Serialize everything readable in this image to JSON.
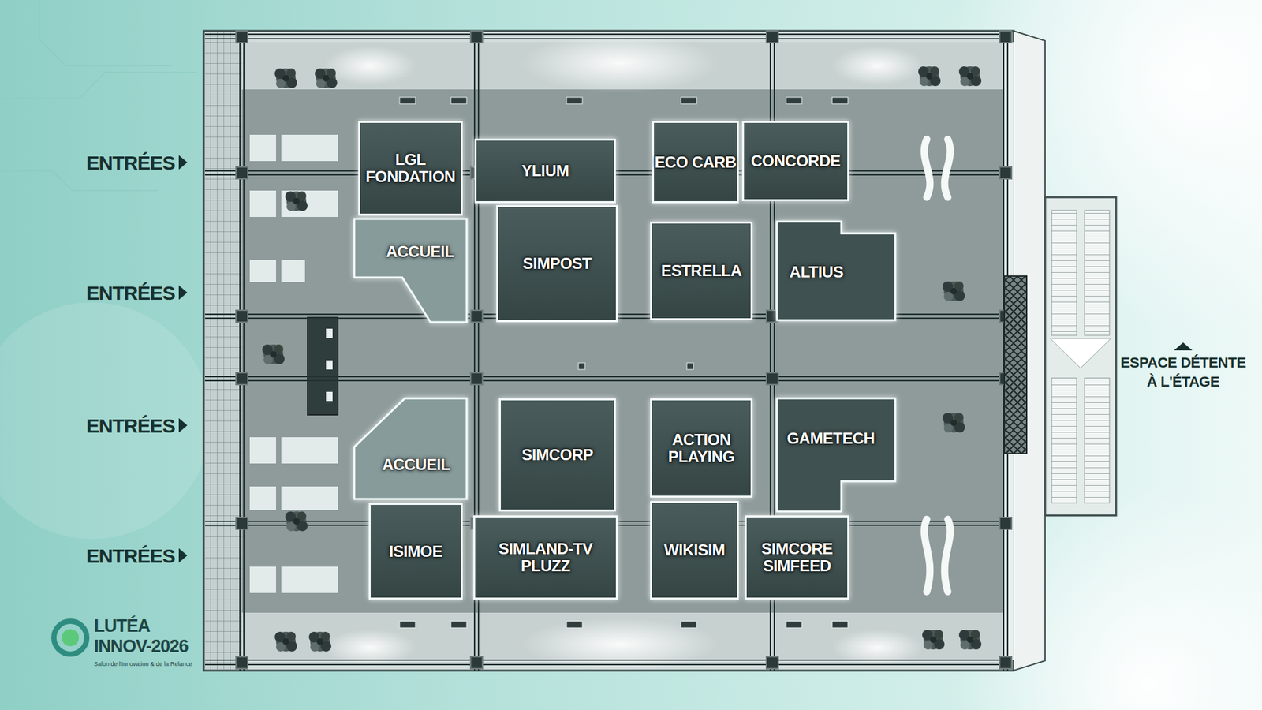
{
  "diagram": {
    "nodes": [
      {
        "text": [
          "LGL FONDATION"
        ]
      },
      {
        "text": [
          "YLIUM"
        ]
      },
      {
        "text": [
          "ECO CARB"
        ]
      },
      {
        "text": [
          "CONCORDE"
        ]
      },
      {
        "text": [
          "ACCUEIL"
        ]
      },
      {
        "text": [
          "SIMPOST"
        ]
      },
      {
        "text": [
          "ESTRELLA"
        ]
      },
      {
        "text": [
          "ALTIUS"
        ]
      },
      {
        "text": [
          "SIMCORP"
        ]
      },
      {
        "text": [
          "ACTION PLAYING"
        ]
      },
      {
        "text": [
          "GAMETECH"
        ]
      },
      {
        "text": [
          "ACCUEIL"
        ]
      },
      {
        "text": [
          "ISIMOE"
        ]
      },
      {
        "text": [
          "SIMLAND-TV PLUZZ"
        ]
      },
      {
        "text": [
          "WIKISIM"
        ]
      },
      {
        "text": [
          "SIMCORE SIMFEED"
        ]
      }
    ],
    "labels": [
      "ENTRÉES",
      "ENTRÉES",
      "ENTRÉES",
      "ENTRÉES",
      "ESPACE DÉTENTE À L'ÉTAGE",
      "LUTÉA INNOV-2026",
      "Salon de l'Innovation & de la Relance"
    ]
  }
}
